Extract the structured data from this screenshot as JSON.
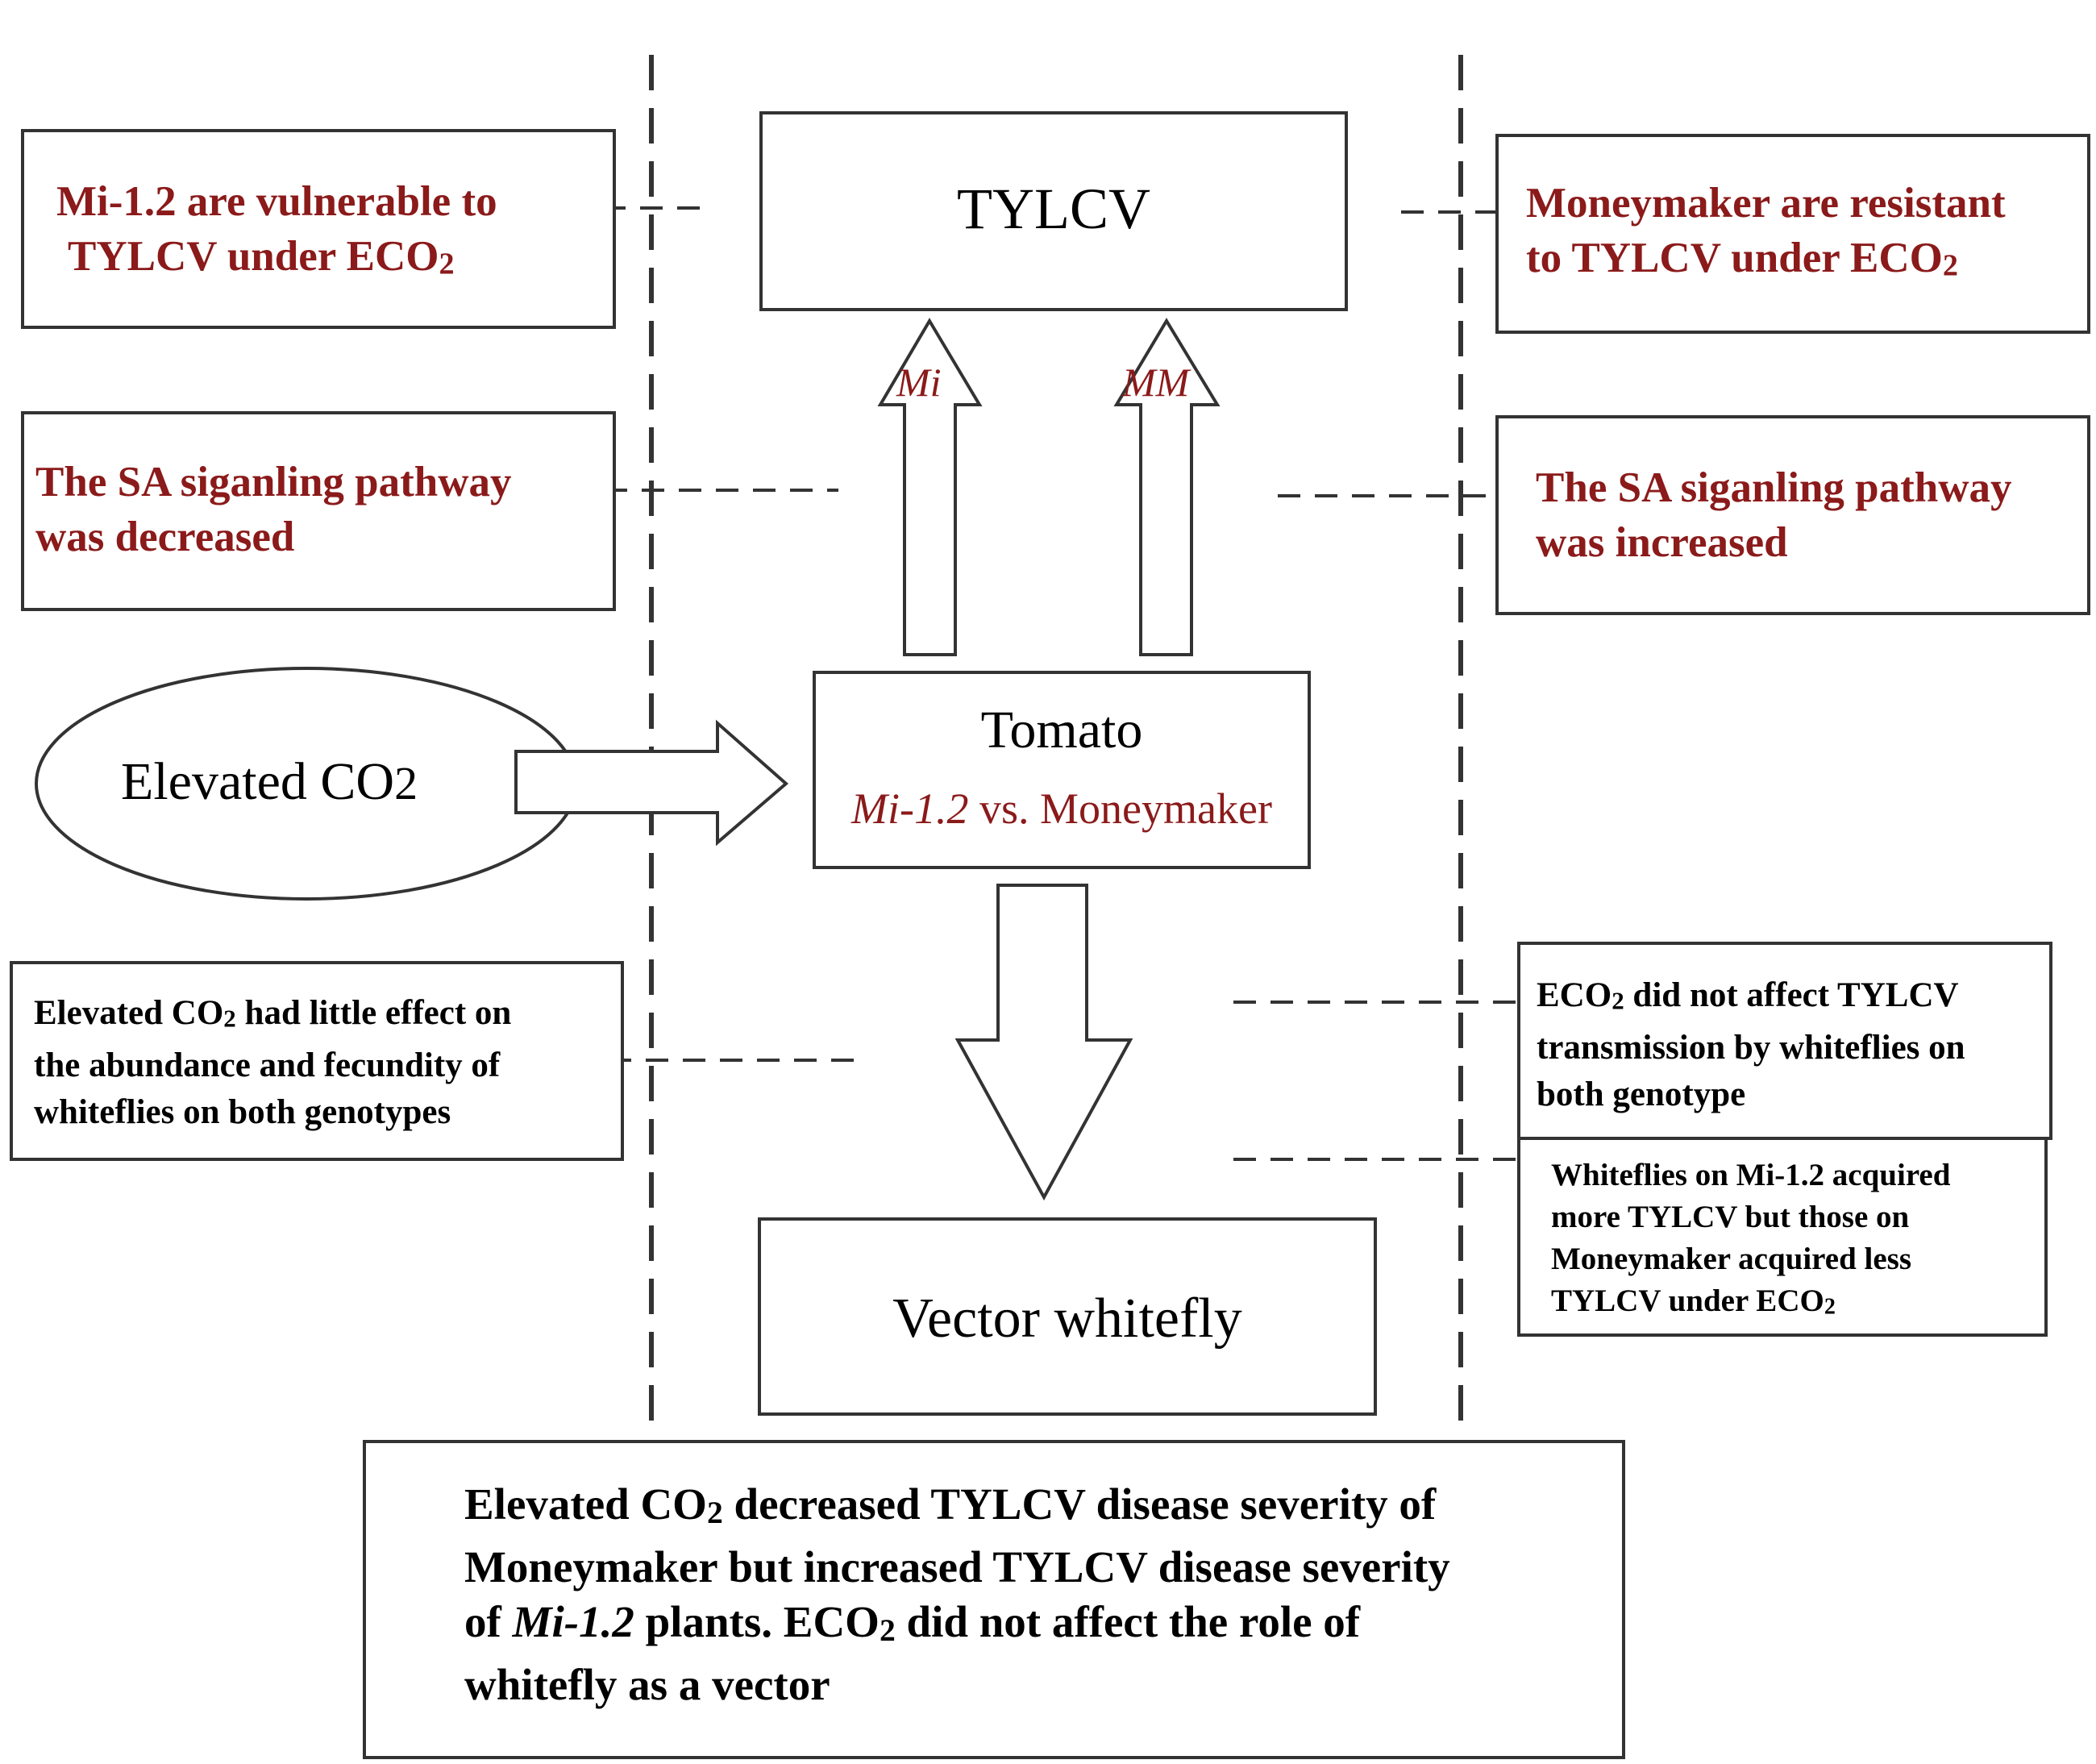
{
  "colors": {
    "accent_red": "#8b1a1a",
    "line": "#333333",
    "text": "#000000"
  },
  "center": {
    "tylcv": "TYLCV",
    "arrow_left_label": "Mi",
    "arrow_right_label": "MM",
    "tomato_title": "Tomato",
    "tomato_mi": "Mi-1.2",
    "tomato_vs": " vs. Moneymaker",
    "vector": "Vector whitefly",
    "elevated_prefix": "Elevated CO",
    "elevated_sub": "2"
  },
  "left": {
    "mi_vulnerable_line1": "Mi-1.2 are vulnerable to",
    "mi_vulnerable_line2_prefix": "TYLCV under ECO",
    "mi_vulnerable_line2_sub": "2",
    "sa_decreased_line1": "The SA siganling pathway",
    "sa_decreased_line2": "was decreased",
    "whitefly_line1_prefix": "Elevated CO",
    "whitefly_line1_sub": "2",
    "whitefly_line1_suffix": " had little effect on",
    "whitefly_line2": "the abundance and fecundity of",
    "whitefly_line3": "whiteflies on both genotypes"
  },
  "right": {
    "mm_resistant_line1": "Moneymaker are resistant",
    "mm_resistant_line2_prefix": "to TYLCV under ECO",
    "mm_resistant_line2_sub": "2",
    "sa_increased_line1": "The SA siganling pathway",
    "sa_increased_line2": "was increased",
    "transmission_line1_prefix": "ECO",
    "transmission_line1_sub": "2",
    "transmission_line1_suffix": " did not affect TYLCV",
    "transmission_line2": "transmission by whiteflies on",
    "transmission_line3": "both genotype",
    "acquired_line1": "Whiteflies on Mi-1.2 acquired",
    "acquired_line2": "more TYLCV but those on",
    "acquired_line3": "Moneymaker acquired less",
    "acquired_line4_prefix": "TYLCV under ECO",
    "acquired_line4_sub": "2"
  },
  "bottom": {
    "line1_prefix": "Elevated CO",
    "line1_sub": "2",
    "line1_suffix": " decreased TYLCV disease severity of",
    "line2": "Moneymaker but increased TYLCV disease severity",
    "line3_prefix": "of ",
    "line3_italic": "Mi-1.2",
    "line3_suffix": " plants. ECO",
    "line3_sub": "2",
    "line3_end": " did not affect the role of",
    "line4": "whitefly as a vector"
  }
}
